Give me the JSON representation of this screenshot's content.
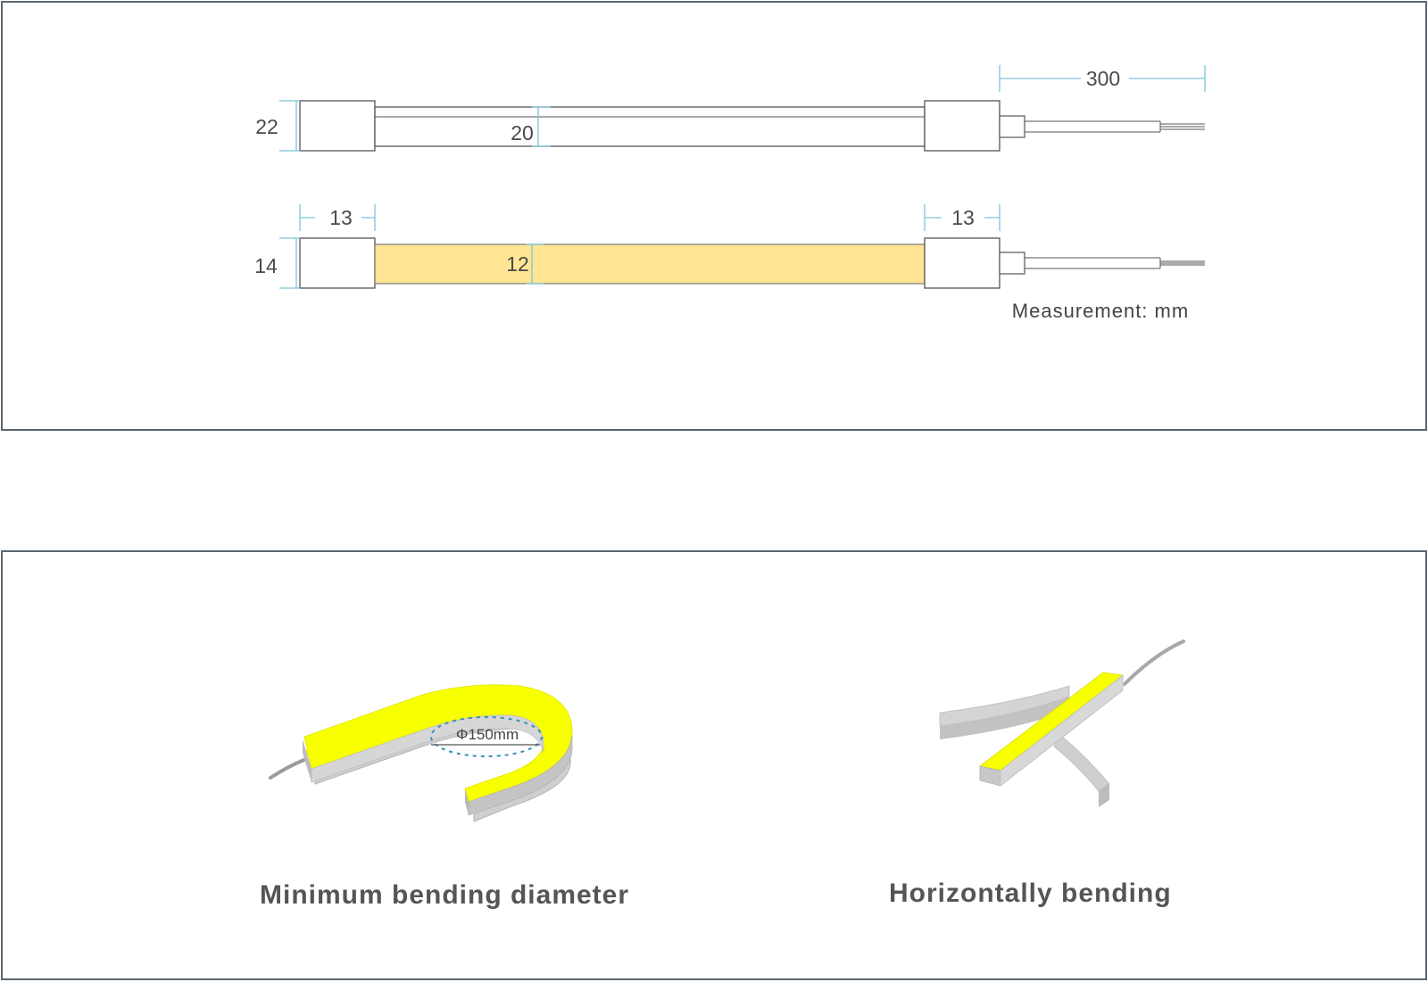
{
  "dimensions": {
    "top_view": {
      "height_outer": "22",
      "height_body": "20",
      "cable_length": "300"
    },
    "bottom_view": {
      "cap_left_width": "13",
      "cap_right_width": "13",
      "height_outer": "14",
      "height_emitting": "12"
    },
    "unit_note": "Measurement: mm"
  },
  "bending": {
    "min_diameter_label": "Φ150mm",
    "caption_min": "Minimum bending diameter",
    "caption_horizontal": "Horizontally bending"
  },
  "colors": {
    "border": "#5c6670",
    "dimension_line": "#7fc4d8",
    "strip_fill_top": "#ffffff",
    "strip_fill_bottom": "#ffe594",
    "led_yellow": "#f7ff00",
    "silicone_gray": "#c9c9c9"
  }
}
